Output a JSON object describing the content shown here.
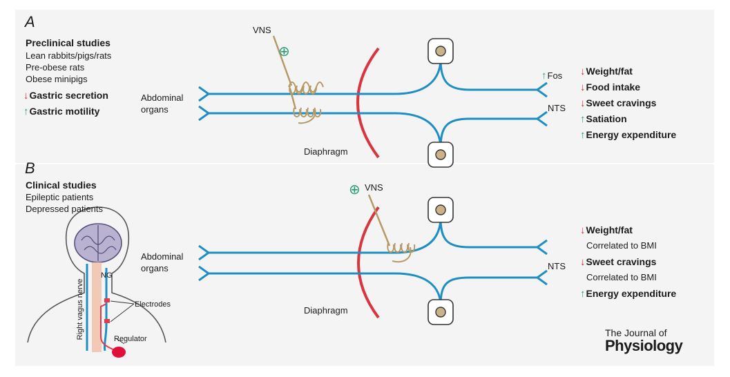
{
  "panel_a": {
    "letter": "A",
    "heading": "Preclinical studies",
    "study_lines": [
      "Lean rabbits/pigs/rats",
      "Pre-obese rats",
      "Obese minipigs"
    ],
    "left_effects": [
      {
        "direction": "down",
        "arrow": "↓",
        "text": "Gastric secretion"
      },
      {
        "direction": "up",
        "arrow": "↑",
        "text": "Gastric motility"
      }
    ],
    "vns_label": "VNS",
    "vns_symbol": "⊕",
    "abdominal_label_1": "Abdominal",
    "abdominal_label_2": "organs",
    "diaphragm_label": "Diaphragm",
    "fos_arrow": "↑",
    "fos_label": "Fos",
    "nts_label": "NTS",
    "right_effects": [
      {
        "direction": "down",
        "arrow": "↓",
        "text": "Weight/fat"
      },
      {
        "direction": "down",
        "arrow": "↓",
        "text": "Food intake"
      },
      {
        "direction": "down",
        "arrow": "↓",
        "text": "Sweet cravings"
      },
      {
        "direction": "up",
        "arrow": "↑",
        "text": "Satiation"
      },
      {
        "direction": "up",
        "arrow": "↑",
        "text": "Energy expenditure"
      }
    ]
  },
  "panel_b": {
    "letter": "B",
    "heading": "Clinical studies",
    "study_lines": [
      "Epileptic patients",
      "Depressed patients"
    ],
    "vns_label": "VNS",
    "vns_symbol": "⊕",
    "abdominal_label_1": "Abdominal",
    "abdominal_label_2": "organs",
    "diaphragm_label": "Diaphragm",
    "nts_label": "NTS",
    "human_labels": {
      "ng": "NG",
      "nerve": "Right vagus nerve",
      "electrodes": "Electrodes",
      "regulator": "Regulator"
    },
    "right_effects": [
      {
        "kind": "effect",
        "direction": "down",
        "arrow": "↓",
        "text": "Weight/fat"
      },
      {
        "kind": "note",
        "text": "Correlated to BMI"
      },
      {
        "kind": "effect",
        "direction": "down",
        "arrow": "↓",
        "text": "Sweet cravings"
      },
      {
        "kind": "note",
        "text": "Correlated to BMI"
      },
      {
        "kind": "effect",
        "direction": "up",
        "arrow": "↑",
        "text": "Energy expenditure"
      }
    ]
  },
  "journal": {
    "line1": "The Journal of",
    "line2": "Physiology"
  },
  "colors": {
    "nerve": "#1f8fc3",
    "diaphragm": "#d8363e",
    "vns_wire": "#b69a66",
    "down_arrow": "#d8262e",
    "up_arrow": "#2a9a73",
    "panel_background": "#f4f4f4"
  }
}
